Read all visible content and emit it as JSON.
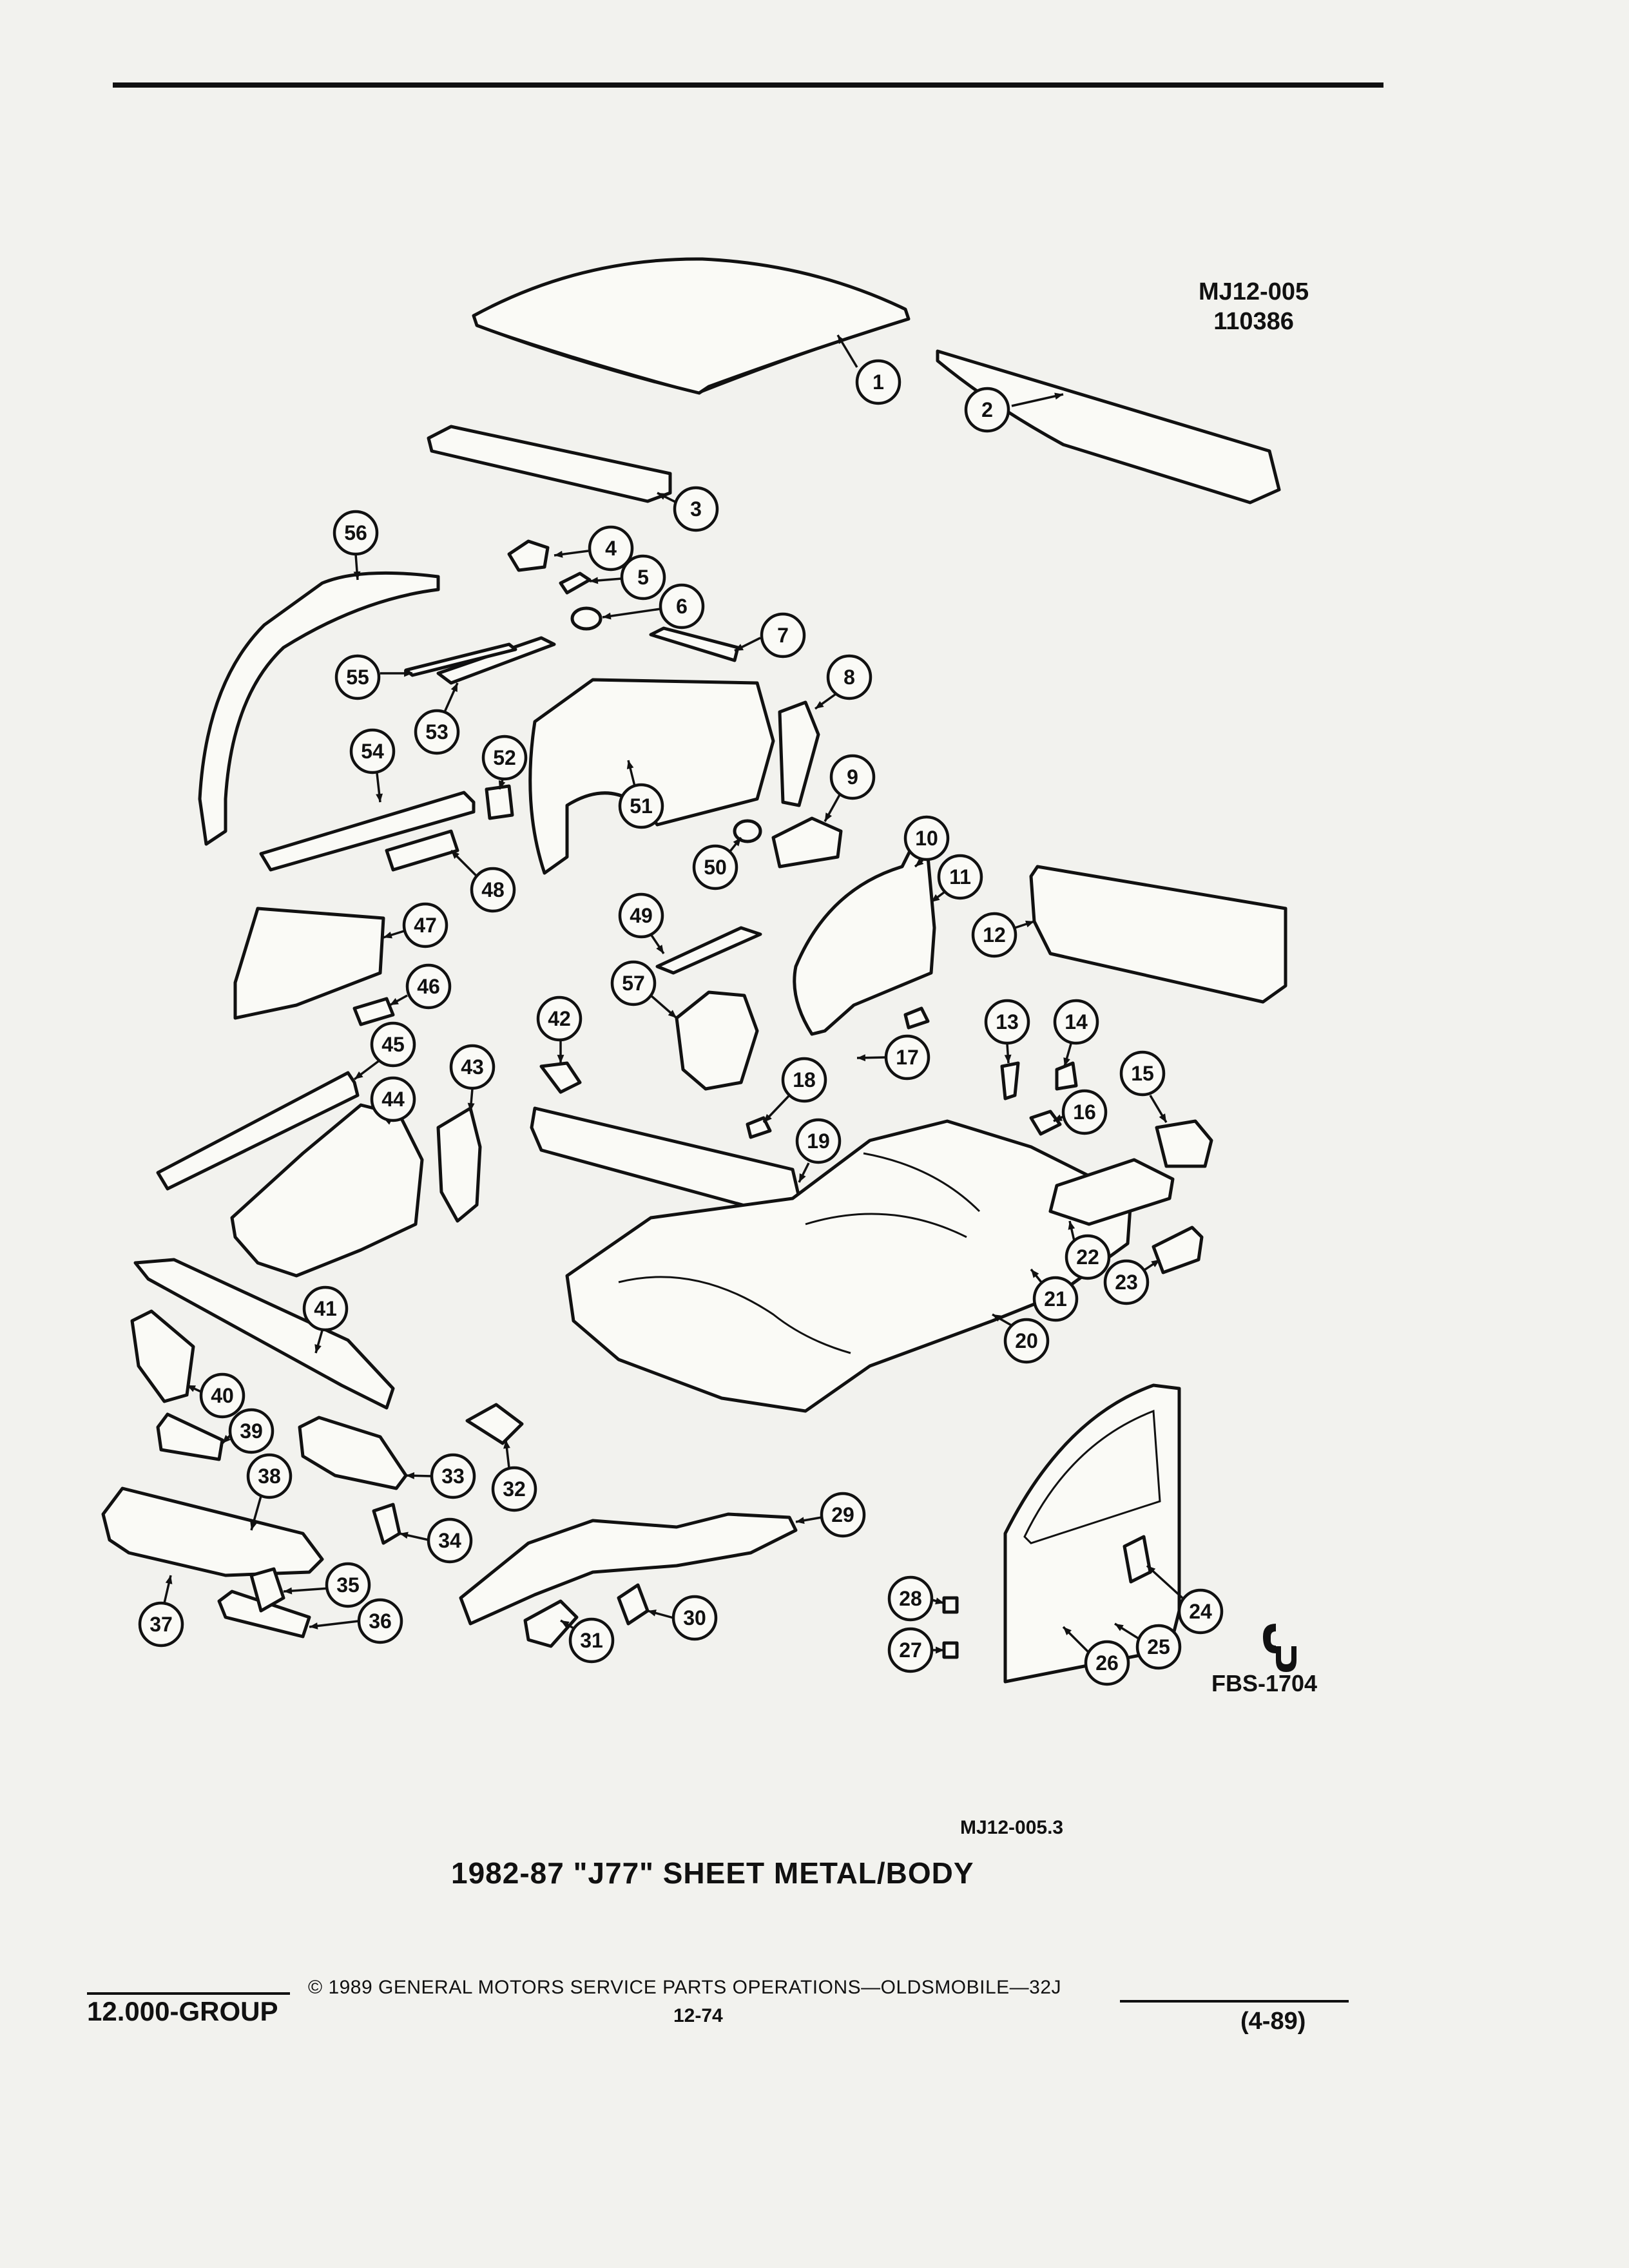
{
  "header": {
    "illustration_code": "MJ12-005",
    "illustration_number": "110386"
  },
  "diagram": {
    "credit_code": "FBS-1704",
    "callouts": [
      "1",
      "2",
      "3",
      "4",
      "5",
      "6",
      "7",
      "8",
      "9",
      "10",
      "11",
      "12",
      "13",
      "14",
      "15",
      "16",
      "17",
      "18",
      "19",
      "20",
      "21",
      "22",
      "23",
      "24",
      "25",
      "26",
      "27",
      "28",
      "29",
      "30",
      "31",
      "32",
      "33",
      "34",
      "35",
      "36",
      "37",
      "38",
      "39",
      "40",
      "41",
      "42",
      "43",
      "44",
      "45",
      "46",
      "47",
      "48",
      "49",
      "50",
      "51",
      "52",
      "53",
      "54",
      "55",
      "56",
      "57"
    ]
  },
  "caption": {
    "ref_code": "MJ12-005.3",
    "title": "1982-87 \"J77\" SHEET METAL/BODY"
  },
  "footer": {
    "group": "12.000-GROUP",
    "copyright": "© 1989 GENERAL MOTORS SERVICE PARTS OPERATIONS—OLDSMOBILE—32J",
    "page_number": "12-74",
    "revision_date": "(4-89)"
  }
}
